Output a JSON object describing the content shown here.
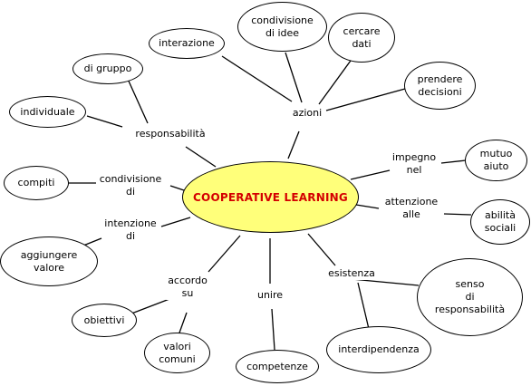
{
  "center": {
    "label": "COOPERATIVE LEARNING",
    "fill": "#ffff7a",
    "text_color": "#d40000"
  },
  "links": {
    "azioni": "azioni",
    "responsabilita": "responsabilità",
    "condivisione_di": "condivisione\ndi",
    "intenzione_di": "intenzione\ndi",
    "accordo_su": "accordo\nsu",
    "unire": "unire",
    "esistenza": "esistenza",
    "attenzione_alle": "attenzione\nalle",
    "impegno_nel": "impegno\nnel"
  },
  "concepts": {
    "interazione": "interazione",
    "condivisione_di_idee": "condivisione\ndi idee",
    "cercare_dati": "cercare\ndati",
    "prendere_decisioni": "prendere\ndecisioni",
    "di_gruppo": "di gruppo",
    "individuale": "individuale",
    "compiti": "compiti",
    "aggiungere_valore": "aggiungere\nvalore",
    "obiettivi": "obiettivi",
    "valori_comuni": "valori\ncomuni",
    "competenze": "competenze",
    "interdipendenza": "interdipendenza",
    "senso_di_responsabilita": "senso\ndi\nresponsabilità",
    "abilita_sociali": "abilità\nsociali",
    "mutuo_aiuto": "mutuo\naiuto"
  }
}
